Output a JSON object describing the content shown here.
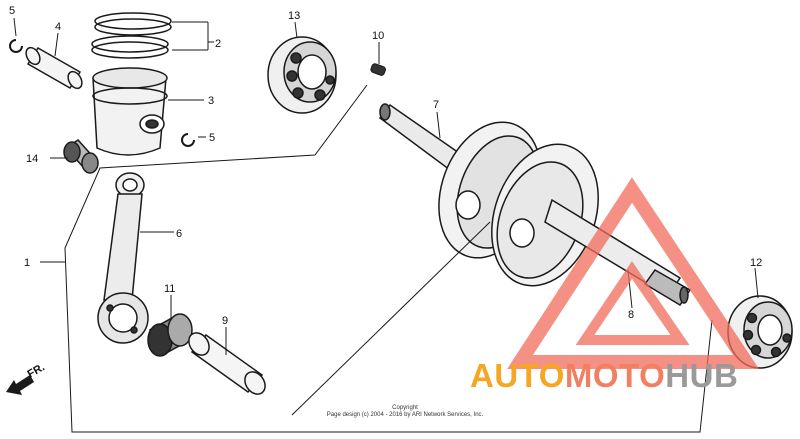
{
  "callouts": [
    "1",
    "2",
    "3",
    "4",
    "5",
    "5",
    "6",
    "7",
    "8",
    "9",
    "10",
    "11",
    "12",
    "13",
    "14"
  ],
  "direction_label": "FR.",
  "copyright": {
    "line1": "Copyright",
    "line2": "Page design (c) 2004 - 2016 by ARI Network Services, Inc."
  },
  "watermark": {
    "part1": "AUTO",
    "part2": "MOTO",
    "part3": "HUB",
    "color_auto": "#f5a623",
    "color_moto": "#f08060",
    "color_hub": "#9a9a9a",
    "triangle_color": "#f26b5b"
  },
  "line_color": "#1a1a1a"
}
